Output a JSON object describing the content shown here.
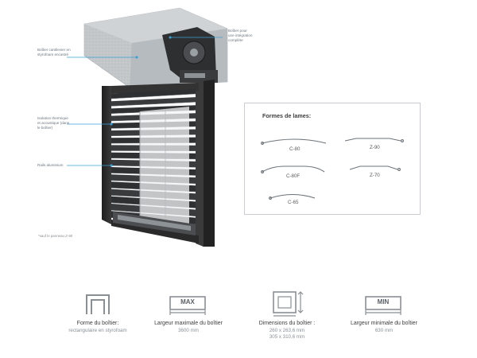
{
  "callouts": {
    "box_left": "Boîtier cantilevier en\nstyrofoam encastré",
    "box_right": "Boîtier pour\nune intégration\ncomplète",
    "insulation": "Isolation thermique\net acoustique (dans\nle boîtier)",
    "rails": "Rails aluminium",
    "footnote": "*sauf le panneau Z-90"
  },
  "slats": {
    "title": "Formes de lames:",
    "items": [
      {
        "label": "C-80",
        "shape": "arc"
      },
      {
        "label": "Z-90",
        "shape": "z"
      },
      {
        "label": "C-80F",
        "shape": "arc-flat"
      },
      {
        "label": "Z-70",
        "shape": "z"
      },
      {
        "label": "C-65",
        "shape": "arc-small"
      }
    ]
  },
  "specs": [
    {
      "icon": "box-shape-icon",
      "title": "Forme du boîtier:",
      "lines": [
        "rectangulaire en styrofoam"
      ]
    },
    {
      "icon": "max-width-icon",
      "icon_text": "MAX",
      "title": "Largeur maximale du boîtier",
      "lines": [
        "3600 mm"
      ]
    },
    {
      "icon": "box-dimensions-icon",
      "title": "Dimensions du boîtier :",
      "lines": [
        "260 x 263,6 mm",
        "305 x 310,6 mm"
      ]
    },
    {
      "icon": "min-width-icon",
      "icon_text": "MIN",
      "title": "Largeur minimale du boîtier",
      "lines": [
        "630 mm"
      ]
    }
  ],
  "colors": {
    "frame": "#2b2b2b",
    "box": "#bfc3c6",
    "accent_line": "#3aa0d6",
    "icon": "#8a8f94"
  }
}
